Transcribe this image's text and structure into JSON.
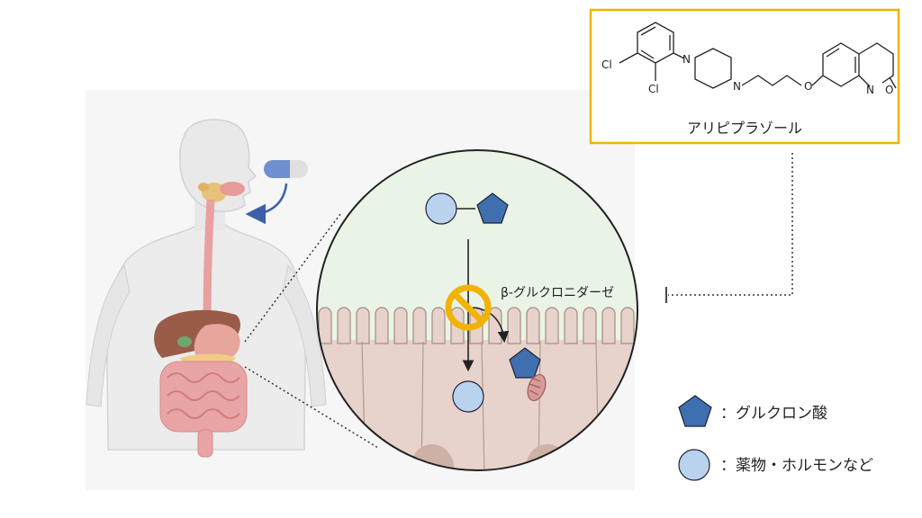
{
  "compound": {
    "name": "アリピプラゾール",
    "atom_cl1": "Cl",
    "atom_cl2": "Cl",
    "atom_n1": "N",
    "atom_n2": "N",
    "atom_o": "O",
    "atom_nh": "N",
    "atom_carbonyl_o": "O"
  },
  "enzyme": {
    "label": "β-グルクロニダーゼ"
  },
  "legend": {
    "items": [
      {
        "shape": "pentagon",
        "label": "：グルクロン酸"
      },
      {
        "shape": "circle",
        "label": "：薬物・ホルモンなど"
      }
    ]
  },
  "colors": {
    "highlight_border": "#f0b400",
    "pentagon_fill": "#3f6fae",
    "circle_fill": "#b9d3ee",
    "inhibit_ring": "#f2b200",
    "capsule_blue": "#6f8fd0",
    "gut_pink": "#e8a0a0"
  }
}
